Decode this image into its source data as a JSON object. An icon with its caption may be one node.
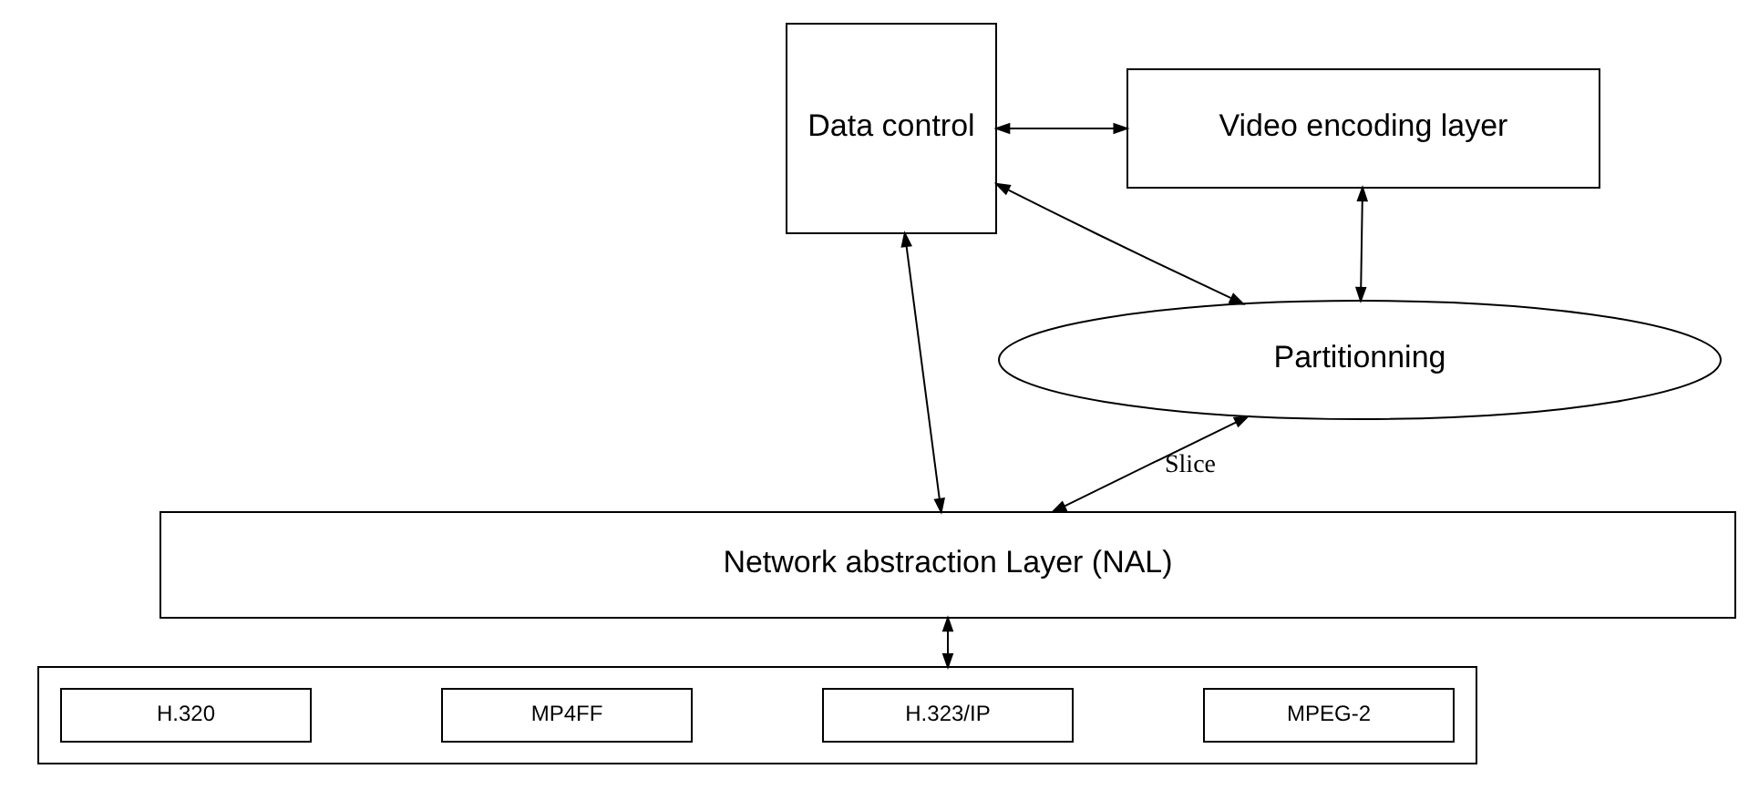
{
  "diagram": {
    "nodes": [
      {
        "text": [
          "Data control"
        ]
      },
      {
        "text": [
          "Video encoding layer"
        ]
      },
      {
        "text": [
          "Partitionning"
        ]
      },
      {
        "text": [
          "Network abstraction Layer (NAL)"
        ]
      },
      {
        "text": [],
        "shape": "box"
      },
      {
        "text": [
          "H.320"
        ],
        "in": 4
      },
      {
        "text": [
          "MP4FF"
        ],
        "in": 4
      },
      {
        "text": [
          "H.323/IP"
        ],
        "in": 4
      },
      {
        "text": [
          "MPEG-2"
        ],
        "in": 4
      }
    ],
    "edges": [
      {
        "from": 0,
        "to": 1,
        "arrow": "both"
      },
      {
        "from": 1,
        "to": 2,
        "arrow": "both"
      },
      {
        "from": 0,
        "to": 2,
        "arrow": "both"
      },
      {
        "from": 2,
        "to": 3,
        "arrow": "both",
        "label": "Slice"
      },
      {
        "from": 0,
        "to": 3,
        "arrow": "both"
      },
      {
        "from": 3,
        "to": 4,
        "arrow": "both"
      }
    ]
  }
}
